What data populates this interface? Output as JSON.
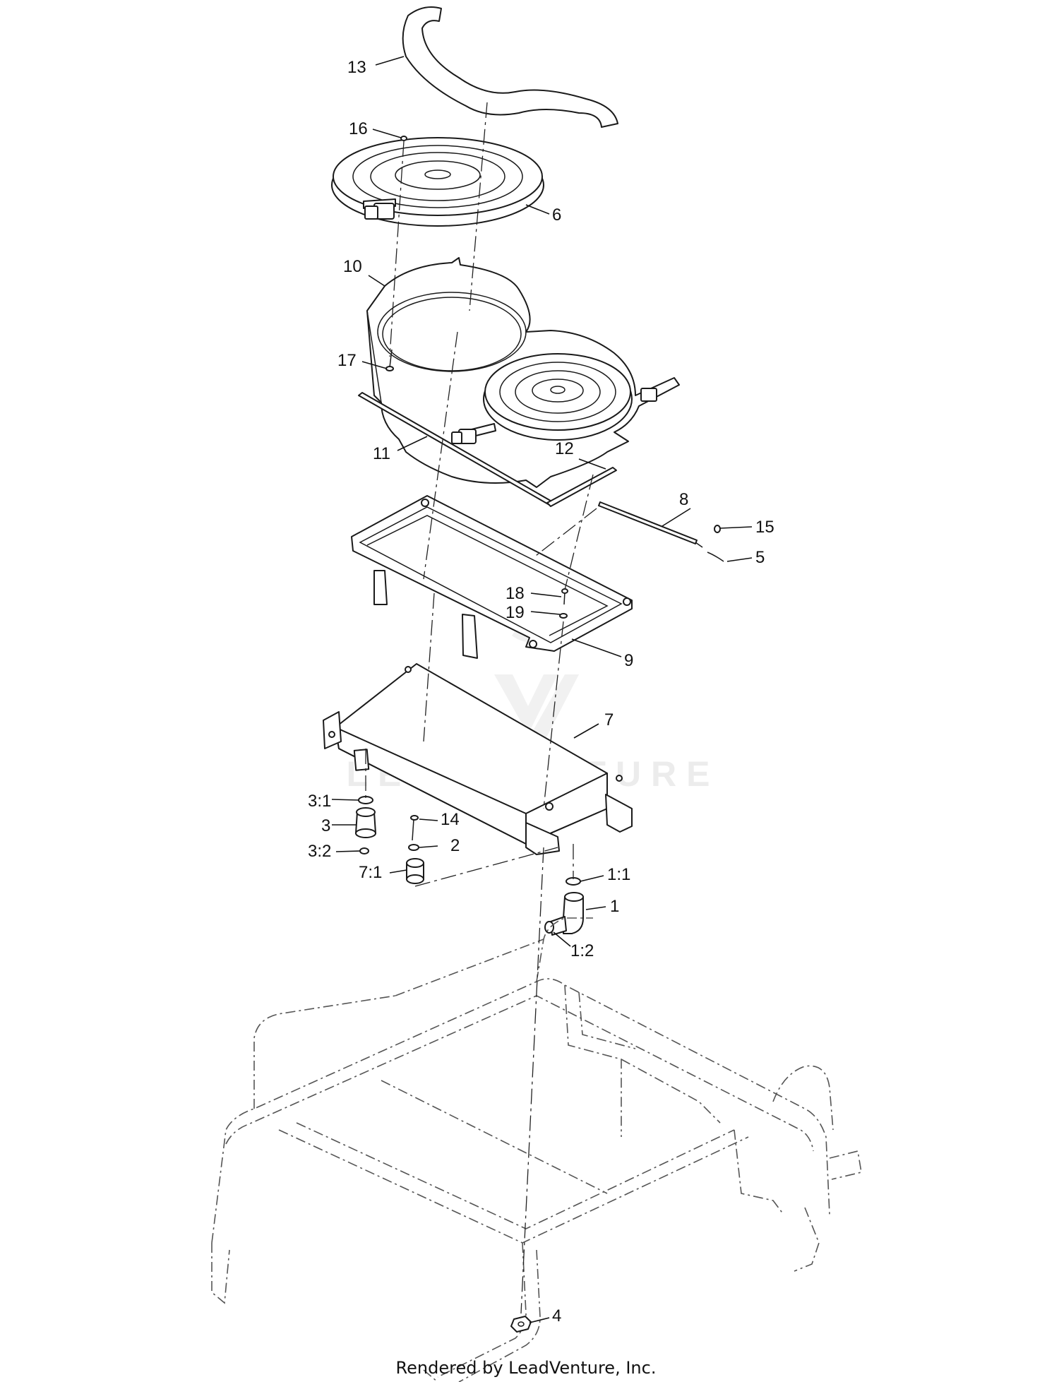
{
  "callouts": {
    "c13": "13",
    "c16": "16",
    "c6": "6",
    "c10": "10",
    "c17": "17",
    "c11": "11",
    "c12": "12",
    "c8": "8",
    "c15": "15",
    "c5": "5",
    "c18": "18",
    "c19": "19",
    "c9": "9",
    "c7": "7",
    "c3_1": "3:1",
    "c3": "3",
    "c3_2": "3:2",
    "c14": "14",
    "c2": "2",
    "c7_1": "7:1",
    "c1_1": "1:1",
    "c1": "1",
    "c1_2": "1:2",
    "c4": "4"
  },
  "watermark": "LEADVENTURE",
  "footer": "Rendered by LeadVenture, Inc.",
  "colors": {
    "line": "#1a1a1a",
    "watermark": "#ececec",
    "background": "#ffffff"
  }
}
